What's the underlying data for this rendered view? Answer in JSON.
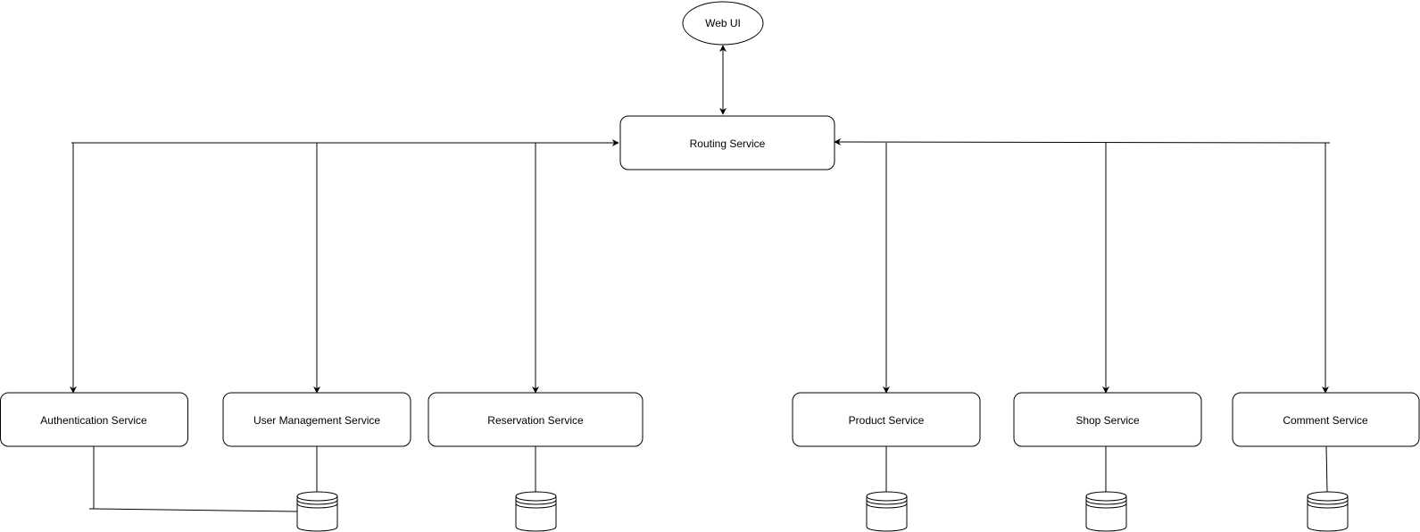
{
  "diagram": {
    "nodes": {
      "web_ui": "Web UI",
      "routing": "Routing Service",
      "authentication": "Authentication Service",
      "user_management": "User Management Service",
      "reservation": "Reservation Service",
      "product": "Product Service",
      "shop": "Shop Service",
      "comment": "Comment Service"
    },
    "colors": {
      "stroke": "#000000",
      "fill": "#ffffff",
      "text": "#000000"
    }
  }
}
